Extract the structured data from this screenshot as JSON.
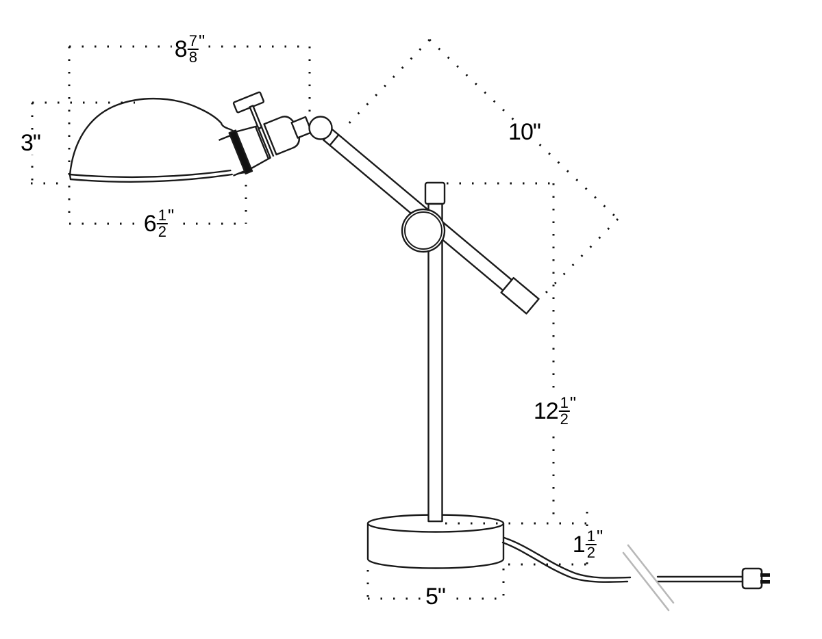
{
  "diagram": {
    "subject": "desk lamp dimension drawing",
    "background_color": "#ffffff",
    "line_color": "#1a1a1a",
    "dot_color": "#111111",
    "break_mark_color": "#b8b8b8",
    "dimensions": {
      "shade_total_width": {
        "whole": "8",
        "numerator": "7",
        "denominator": "8",
        "unit": "\""
      },
      "shade_height": {
        "whole": "3",
        "unit": "\""
      },
      "shade_diameter": {
        "whole": "6",
        "numerator": "1",
        "denominator": "2",
        "unit": "\""
      },
      "arm_length": {
        "whole": "10",
        "unit": "\""
      },
      "pole_height": {
        "whole": "12",
        "numerator": "1",
        "denominator": "2",
        "unit": "\""
      },
      "base_height": {
        "whole": "1",
        "numerator": "1",
        "denominator": "2",
        "unit": "\""
      },
      "base_diameter": {
        "whole": "5",
        "unit": "\""
      }
    }
  }
}
